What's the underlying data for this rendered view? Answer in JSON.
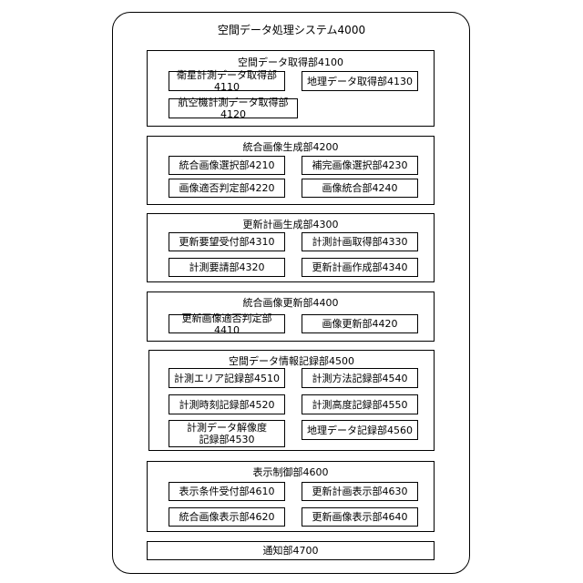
{
  "system": {
    "title": "空間データ処理システム4000",
    "sections": [
      {
        "title": "空間データ取得部4100",
        "units": [
          "衛星計測データ取得部4110",
          "地理データ取得部4130",
          "航空機計測データ取得部4120"
        ]
      },
      {
        "title": "統合画像生成部4200",
        "units": [
          "統合画像選択部4210",
          "補完画像選択部4230",
          "画像適否判定部4220",
          "画像統合部4240"
        ]
      },
      {
        "title": "更新計画生成部4300",
        "units": [
          "更新要望受付部4310",
          "計測計画取得部4330",
          "計測要請部4320",
          "更新計画作成部4340"
        ]
      },
      {
        "title": "統合画像更新部4400",
        "units": [
          "更新画像適否判定部4410",
          "画像更新部4420"
        ]
      },
      {
        "title": "空間データ情報記録部4500",
        "units": [
          "計測エリア記録部4510",
          "計測方法記録部4540",
          "計測時刻記録部4520",
          "計測高度記録部4550",
          "計測データ解像度記録部4530",
          "地理データ記録部4560"
        ]
      },
      {
        "title": "表示制御部4600",
        "units": [
          "表示条件受付部4610",
          "更新計画表示部4630",
          "統合画像表示部4620",
          "更新画像表示部4640"
        ]
      },
      {
        "title": "通知部4700",
        "units": []
      }
    ]
  }
}
